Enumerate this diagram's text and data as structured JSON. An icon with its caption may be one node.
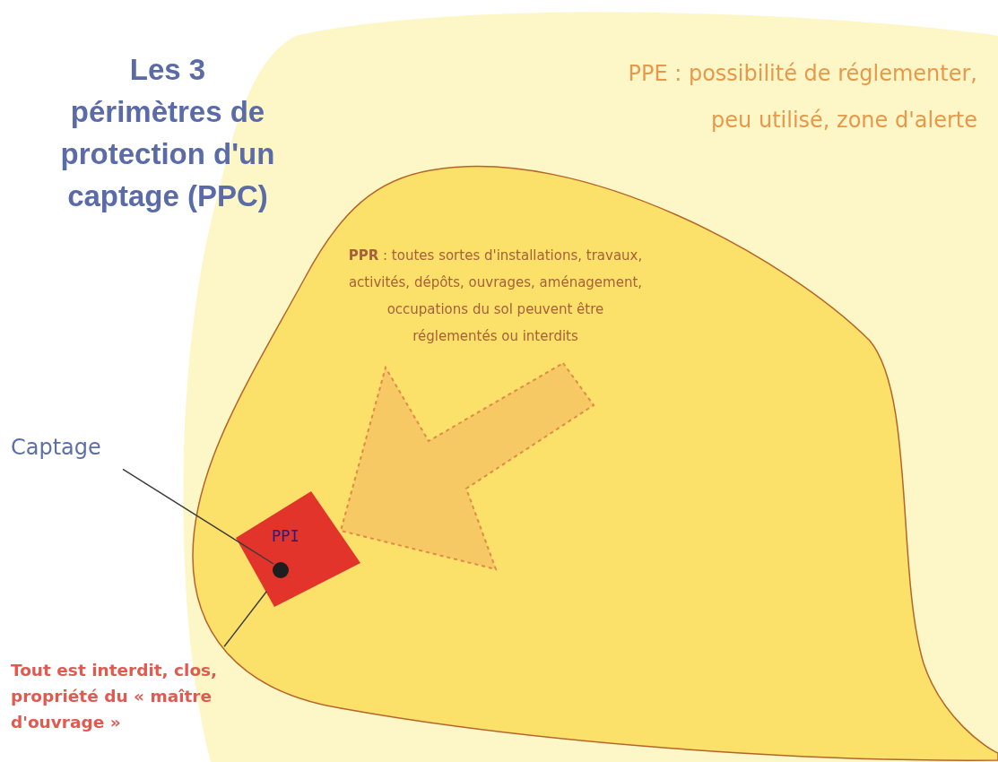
{
  "diagram": {
    "title": "Les 3 périmètres de protection d'un captage (PPC)",
    "nodes": [
      {
        "text": [
          "PPE : possibilité de réglementer, peu utilisé, zone d'alerte"
        ]
      },
      {
        "text": [
          "**PPR** : toutes sortes d'installations, travaux, activités, dépôts, ouvrages, aménagement, occupations du sol peuvent être réglementés ou interdits"
        ],
        "in": 0
      },
      {
        "text": [
          "PPI"
        ],
        "in": 1
      },
      {
        "text": [],
        "shape": "circle",
        "in": 2
      },
      {
        "text": [
          "Captage"
        ]
      },
      {
        "text": [
          "Tout est interdit, clos, propriété du « maître d'ouvrage »"
        ]
      }
    ],
    "edges": [
      {
        "from": 4,
        "to": 3,
        "arrow": "none"
      },
      {
        "from": 5,
        "to": 2,
        "arrow": "none"
      }
    ]
  }
}
